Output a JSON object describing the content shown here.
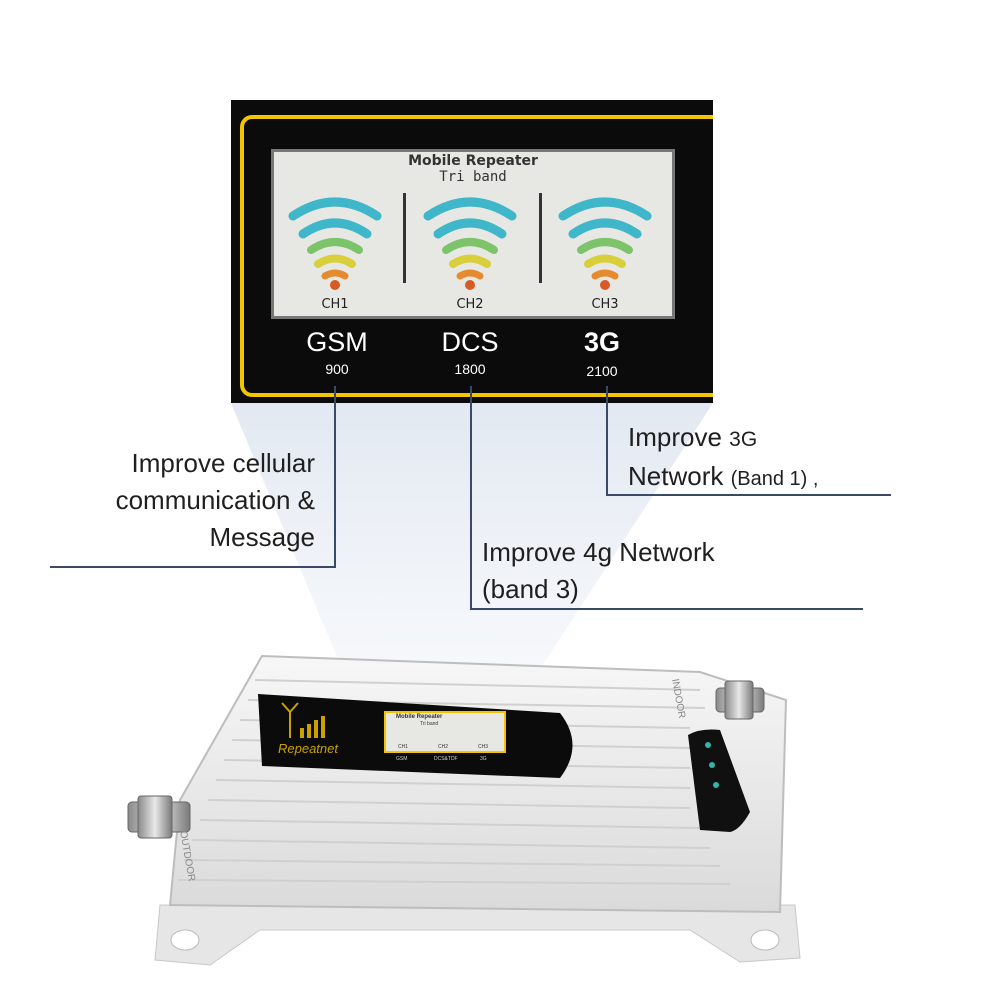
{
  "lcd": {
    "title": "Mobile Repeater",
    "subtitle": "Tri band",
    "channels": [
      "CH1",
      "CH2",
      "CH3"
    ]
  },
  "bands": [
    {
      "name": "GSM",
      "freq": "900"
    },
    {
      "name": "DCS",
      "freq": "1800"
    },
    {
      "name": "3G",
      "freq": "2100"
    }
  ],
  "callouts": {
    "gsm": [
      "Improve cellular",
      "communication &",
      "Message"
    ],
    "dcs": [
      "Improve 4g Network",
      "(band 3)"
    ],
    "threeg_line1_a": "Improve ",
    "threeg_line1_b": "3G",
    "threeg_line2_a": "Network ",
    "threeg_line2_b": "(Band 1)",
    "threeg_line2_c": " ,"
  },
  "device": {
    "brand": "Repeatnet",
    "left_port_label": "OUTDOOR",
    "right_port_label": "INDOOR",
    "mini_title": "Mobile Repeater",
    "mini_subtitle": "Tri band",
    "mini_channels": [
      "CH1",
      "CH2",
      "CH3"
    ],
    "mini_bands": [
      "GSM",
      "DCS&TDF",
      "3G"
    ]
  },
  "colors": {
    "wave_cyan": "#3fb6c9",
    "wave_green": "#7cc36a",
    "wave_yellow": "#d9cf3a",
    "wave_orange": "#e58a2e",
    "wave_dot": "#d85a24",
    "frame_yellow": "#f2c500"
  }
}
